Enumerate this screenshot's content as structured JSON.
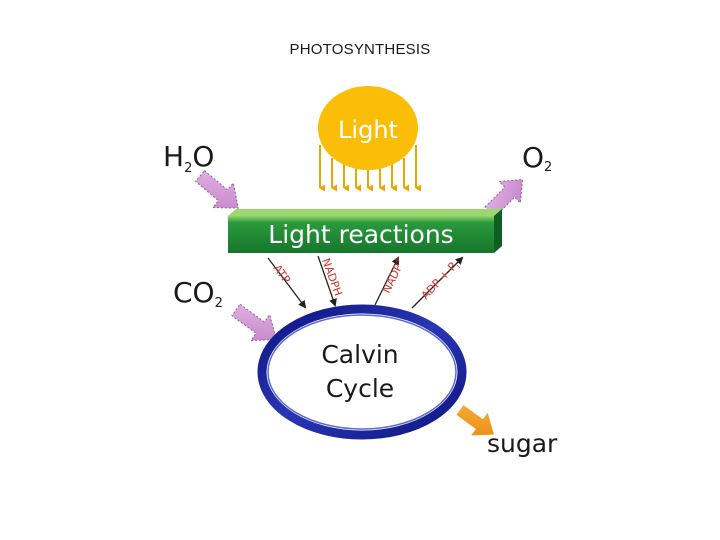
{
  "title": "PHOTOSYNTHESIS",
  "colors": {
    "sun": "#fbbe08",
    "sun_text": "#ffffff",
    "sun_rays": "#e8a800",
    "input_arrow": "#d79bd9",
    "input_arrow_edge": "#9a5aa0",
    "reaction_bar": "#1e8a36",
    "reaction_bar_top": "#73c24f",
    "reaction_text": "#ffffff",
    "cycle_ring": "#121a9a",
    "cycle_ring_light": "#4655c8",
    "sugar_arrow": "#f39a1e",
    "label": "#1a1a1a",
    "carrier_red": "#d2332c"
  },
  "nodes": {
    "light": "Light",
    "water": "H",
    "water_sub": "2",
    "water_tail": "O",
    "oxygen": "O",
    "oxygen_sub": "2",
    "light_reactions": "Light reactions",
    "co2": "CO",
    "co2_sub": "2",
    "calvin_line1": "Calvin",
    "calvin_line2": "Cycle",
    "sugar": "sugar"
  },
  "carriers": {
    "atp": "ATP",
    "nadph": "NADPH",
    "nadp_plus": "NADP",
    "nadp_plus_sup": "+",
    "adp_pi": "ADP + P",
    "adp_pi_sub": "i"
  }
}
